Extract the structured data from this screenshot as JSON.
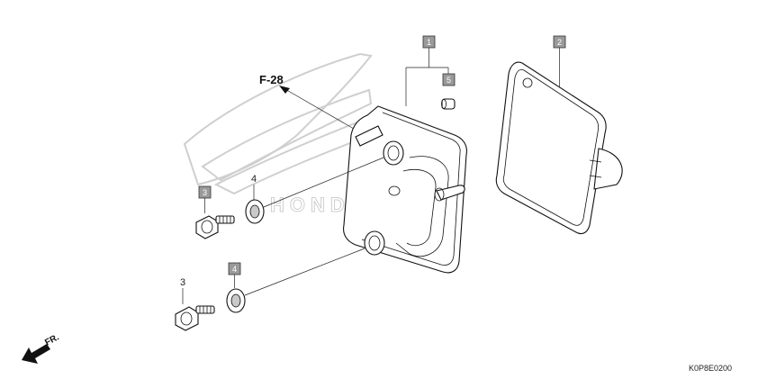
{
  "callouts": {
    "c1": "1",
    "c2": "2",
    "c3": "3",
    "c4": "4",
    "c5": "5"
  },
  "plain_numbers": {
    "n4": "4",
    "n3": "3"
  },
  "reference": "F-28",
  "direction": "FR.",
  "drawing_code": "K0P8E0200",
  "watermark_brand": "HONDA",
  "colors": {
    "callout_fill": "#9a9a9a",
    "line": "#111111",
    "watermark": "#cfcfcf"
  }
}
